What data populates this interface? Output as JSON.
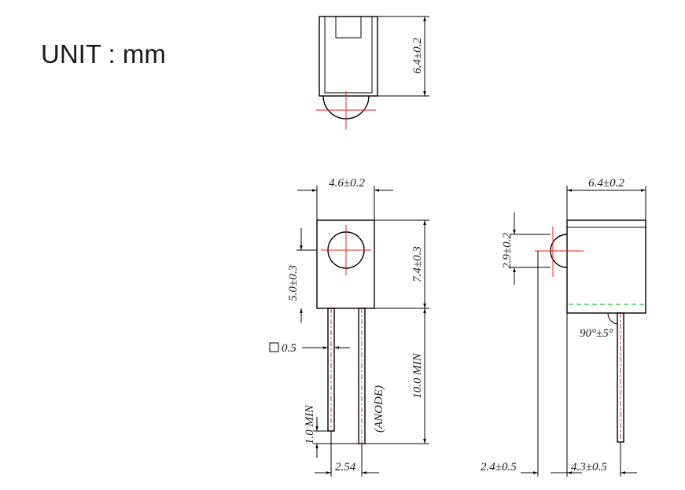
{
  "unit_label": "UNIT : mm",
  "top_view": {
    "height_dim": "6.4±0.2"
  },
  "front_view": {
    "width_dim": "4.6±0.2",
    "body_height_dim": "7.4±0.3",
    "lens_center_dim": "5.0±0.3",
    "lead_square_dim": "0.5",
    "lead_length_dim": "10.0 MIN",
    "lead_offset_dim": "1.0 MIN",
    "pitch_dim": "2.54",
    "anode_label": "(ANODE)"
  },
  "side_view": {
    "width_dim": "6.4±0.2",
    "lens_dim": "2.9±0.2",
    "angle_dim": "90°±5°",
    "offset_dim": "2.4±0.5",
    "lead_pos_dim": "4.3±0.5"
  },
  "colors": {
    "outline": "#000000",
    "centerline": "#e8201f",
    "bend_line": "#22c02a"
  }
}
